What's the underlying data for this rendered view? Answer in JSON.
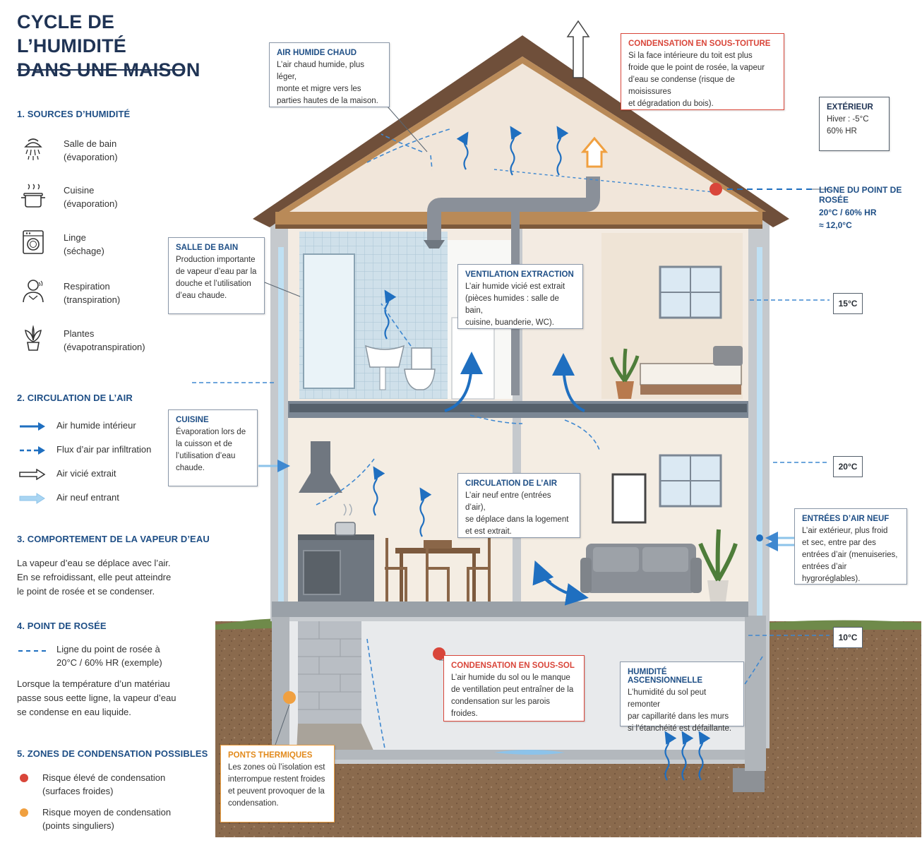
{
  "title_line1": "CYCLE DE L’HUMIDITÉ",
  "title_line2": "DANS UNE MAISON",
  "sources": {
    "heading": "1. SOURCES D’HUMIDITÉ",
    "items": [
      {
        "icon": "shower-icon",
        "line1": "Salle de bain",
        "line2": "(évaporation)"
      },
      {
        "icon": "pot-icon",
        "line1": "Cuisine",
        "line2": "(évaporation)"
      },
      {
        "icon": "washing-machine-icon",
        "line1": "Linge",
        "line2": "(séchage)"
      },
      {
        "icon": "person-icon",
        "line1": "Respiration",
        "line2": "(transpiration)"
      },
      {
        "icon": "plant-icon",
        "line1": "Plantes",
        "line2": "(évapotranspiration)"
      }
    ]
  },
  "air": {
    "heading": "2. CIRCULATION DE L’AIR",
    "items": [
      "Air humide intérieur",
      "Flux d’air par infiltration",
      "Air vicié extrait",
      "Air neuf entrant"
    ]
  },
  "vapor": {
    "heading": "3. COMPORTEMENT DE LA VAPEUR D’EAU",
    "text1": "La vapeur d’eau se déplace avec l’air.",
    "text2": "En se refroidissant, elle peut atteindre",
    "text3": "le point de rosée et se condenser."
  },
  "dew": {
    "heading": "4. POINT DE ROSÉE",
    "legend1": "Ligne du point de rosée à",
    "legend2": "20°C / 60% HR (exemple)",
    "text1": "Lorsque la température d’un matériau",
    "text2": "passe sous eette ligne, la vapeur d’eau",
    "text3": "se condense en eau liquide."
  },
  "zones": {
    "heading": "5. ZONES DE CONDENSATION POSSIBLES",
    "high1": "Risque élevé de condensation",
    "high2": "(surfaces froides)",
    "medium1": "Risque moyen de condensation",
    "medium2": "(points singuliers)",
    "high_color": "#d9463a",
    "medium_color": "#f0a040"
  },
  "callouts": {
    "air_chaud": {
      "title": "AIR HUMIDE CHAUD",
      "l1": "L’air chaud humide, plus léger,",
      "l2": "monte et migre vers les",
      "l3": "parties hautes de la maison."
    },
    "sous_toiture": {
      "title": "CONDENSATION EN SOUS-TOITURE",
      "l1": "Si la face intérieure du toit est plus",
      "l2": "froide que le point de rosée, la vapeur",
      "l3": "d’eau se condense (risque de moisissures",
      "l4": "et dégradation du bois)."
    },
    "exterieur": {
      "title": "EXTÉRIEUR",
      "l1": "Hiver : -5°C",
      "l2": "60% HR"
    },
    "dew_line": {
      "title": "LIGNE DU POINT DE ROSÉE",
      "l1": "20°C / 60% HR",
      "l2": "≈ 12,0°C"
    },
    "salle_bain": {
      "title": "SALLE DE BAIN",
      "l1": "Production importante",
      "l2": "de vapeur d’eau par la",
      "l3": "douche et l’utilisation",
      "l4": "d’eau chaude."
    },
    "ventilation": {
      "title": "VENTILATION EXTRACTION",
      "l1": "L’air humide vicié est extrait",
      "l2": "(pièces humides : salle de bain,",
      "l3": "cuisine, buanderie, WC)."
    },
    "cuisine": {
      "title": "CUISINE",
      "l1": "Évaporation lors de",
      "l2": "la cuisson et de",
      "l3": "l’utilisation d’eau",
      "l4": "chaude."
    },
    "circulation": {
      "title": "CIRCULATION DE L’AIR",
      "l1": "L’air neuf entre (entrées d’air),",
      "l2": "se déplace dans la logement",
      "l3": "et est extrait."
    },
    "entrees": {
      "title": "ENTRÉES D’AIR NEUF",
      "l1": "L’air extérieur, plus froid",
      "l2": "et sec, entre par des",
      "l3": "entrées d’air (menuiseries,",
      "l4": "entrées d’air hygroréglables)."
    },
    "sous_sol": {
      "title": "CONDENSATION EN SOUS-SOL",
      "l1": "L’air humide du sol ou le manque",
      "l2": "de ventillation peut entraîner de la",
      "l3": "condensation sur les parois froides."
    },
    "ascension": {
      "title": "HUMIDITÉ ASCENSIONNELLE",
      "l1": "L’humidité du sol peut remonter",
      "l2": "par capillarité dans les murs",
      "l3": "si l’étanchéité est défaillante."
    },
    "ponts": {
      "title": "PONTS THERMIQUES",
      "l1": "Les zones où l’isolation est",
      "l2": "interrompue restent froides",
      "l3": "et peuvent provoquer de la",
      "l4": "condensation."
    }
  },
  "temps": {
    "t15": "15°C",
    "t20": "20°C",
    "t10": "10°C"
  },
  "colors": {
    "navy": "#1f3354",
    "blue": "#1f6fc0",
    "light_blue": "#8cc3ea",
    "red": "#d9463a",
    "orange": "#f0a040"
  }
}
